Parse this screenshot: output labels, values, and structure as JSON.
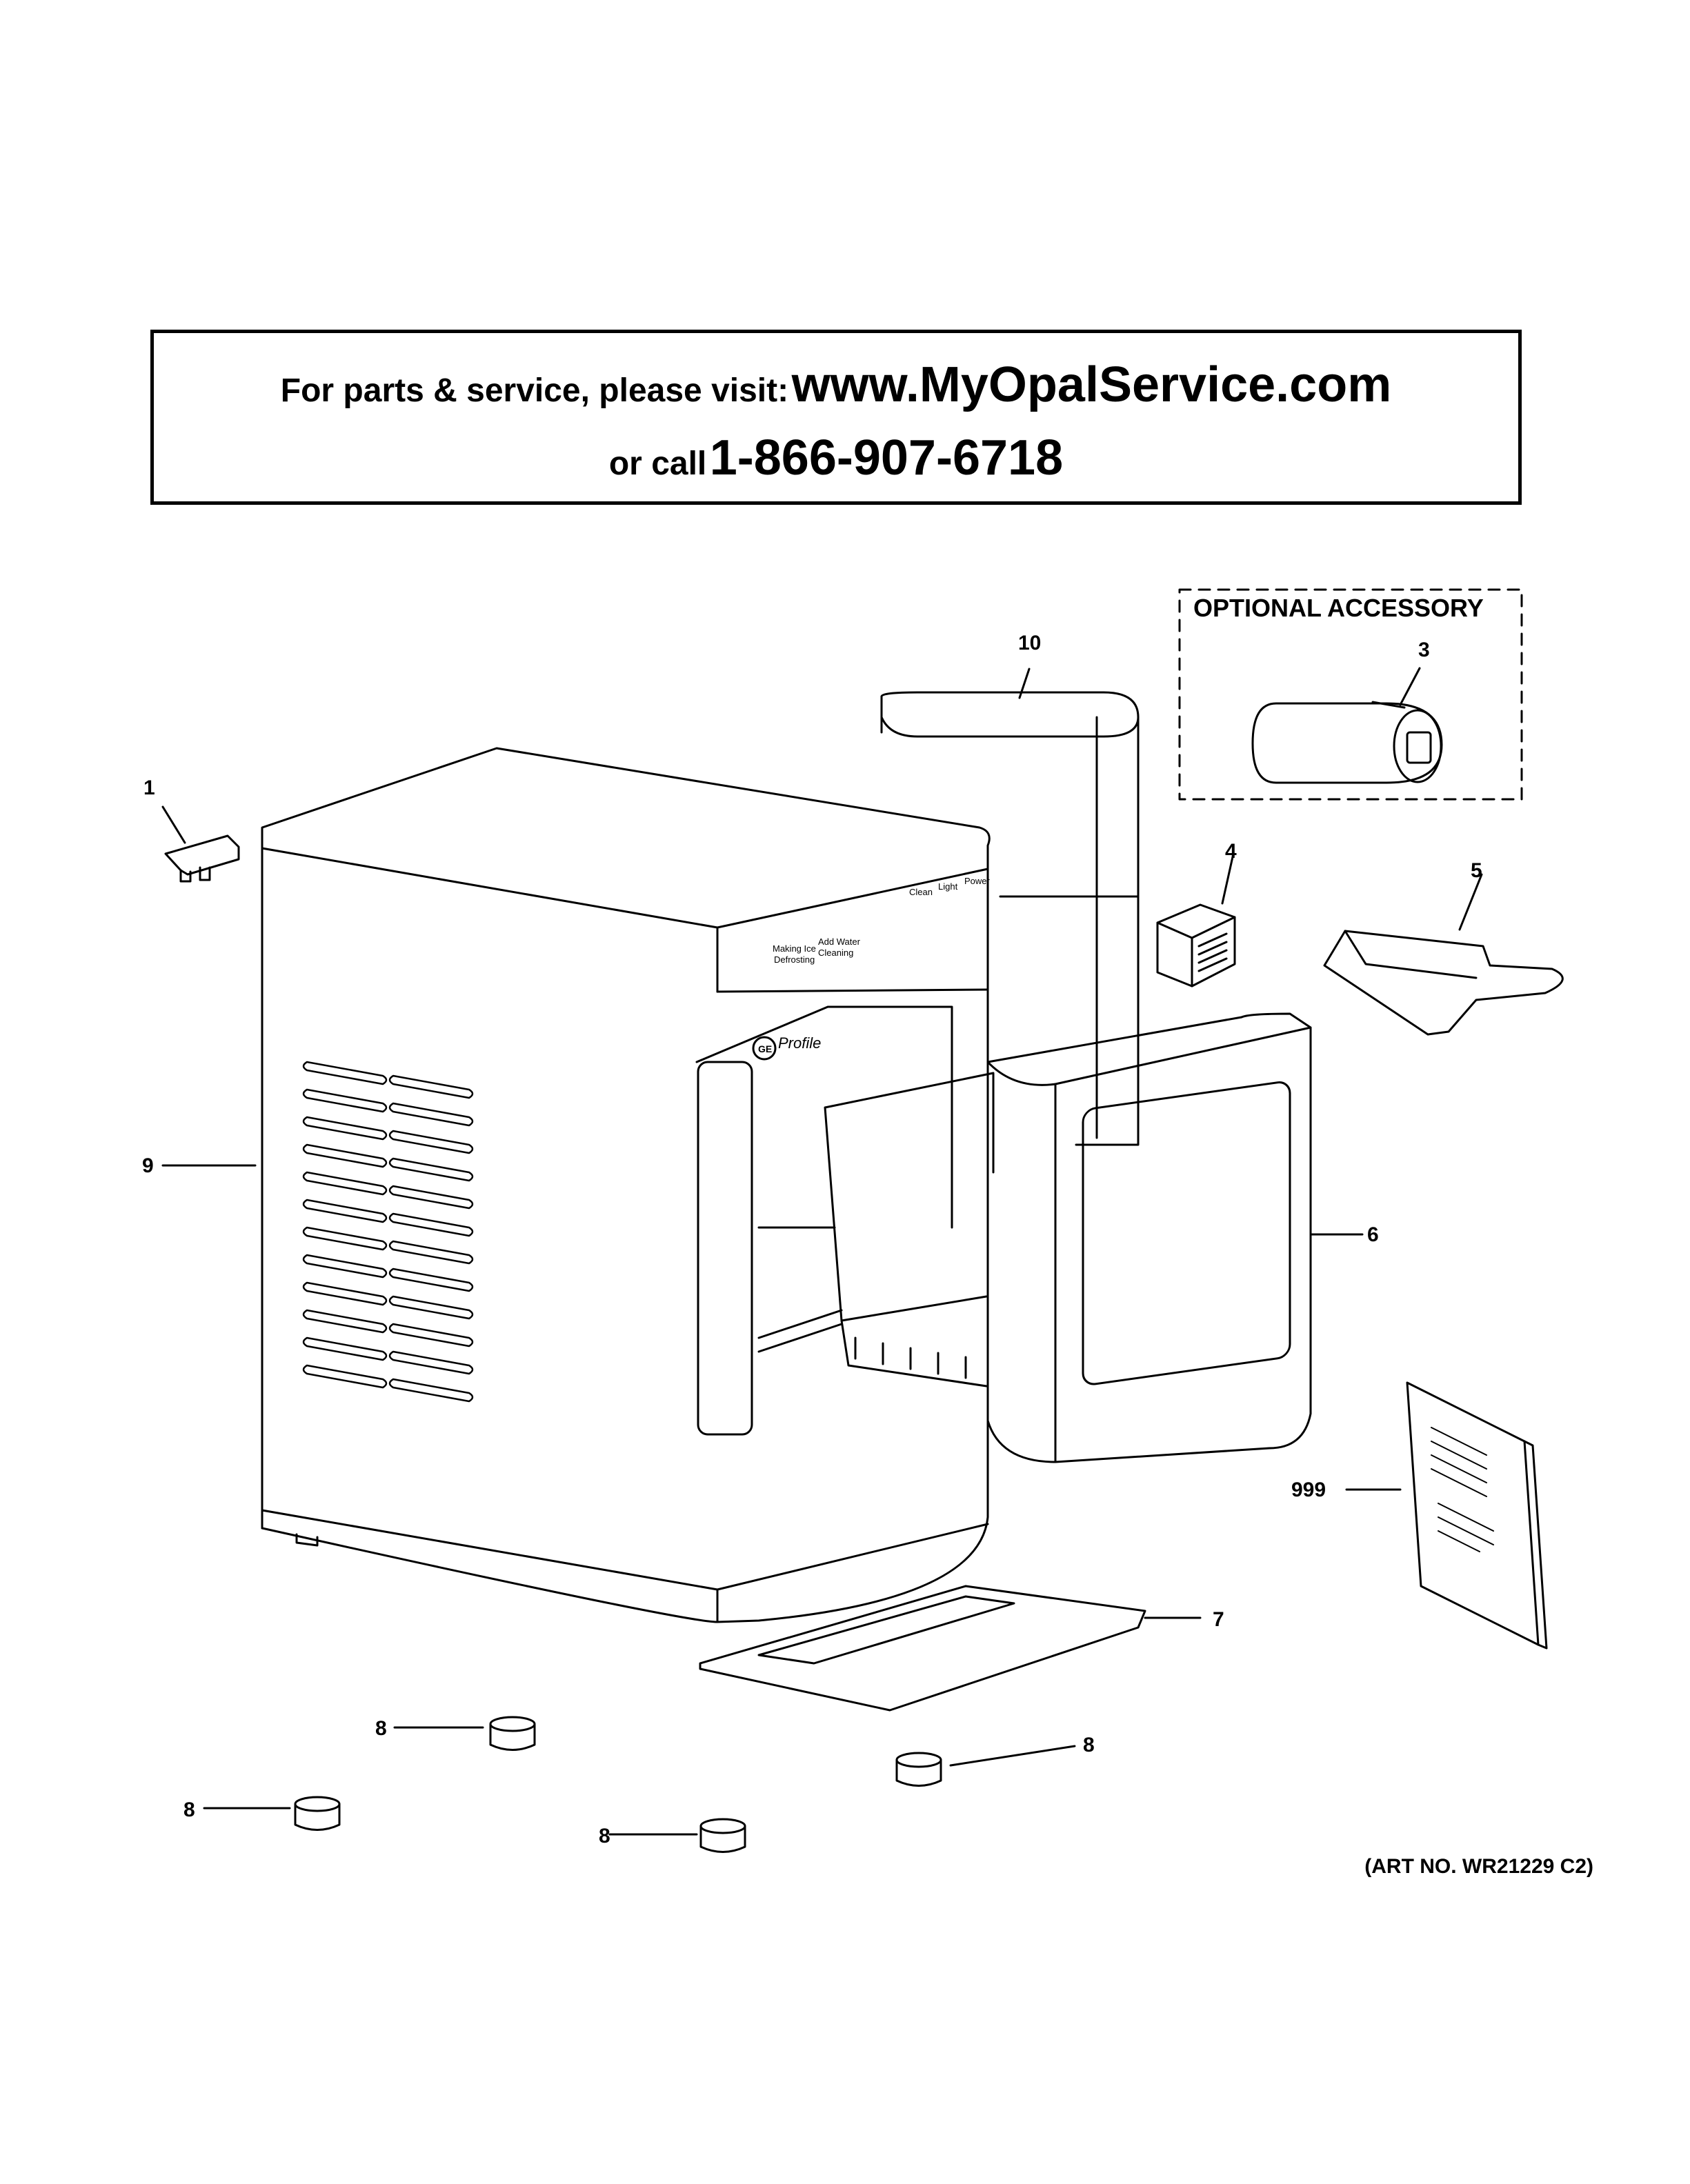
{
  "banner": {
    "line1_prefix": "For parts & service, please visit:",
    "line1_url": "www.MyOpalService.com",
    "line2_prefix": "or call",
    "line2_phone": "1-866-907-6718"
  },
  "accessory_box": {
    "title": "OPTIONAL ACCESSORY"
  },
  "callouts": {
    "c1": "1",
    "c3": "3",
    "c4": "4",
    "c5": "5",
    "c6": "6",
    "c7": "7",
    "c8a": "8",
    "c8b": "8",
    "c8c": "8",
    "c8d": "8",
    "c9": "9",
    "c10": "10",
    "c999": "999"
  },
  "control_panel": {
    "making_ice": "Making Ice",
    "add_water": "Add Water",
    "defrosting": "Defrosting",
    "cleaning": "Cleaning",
    "clean": "Clean",
    "light": "Light",
    "power": "Power",
    "brand": "Profile",
    "logo": "GE"
  },
  "art_number": "(ART NO. WR21229 C2)"
}
